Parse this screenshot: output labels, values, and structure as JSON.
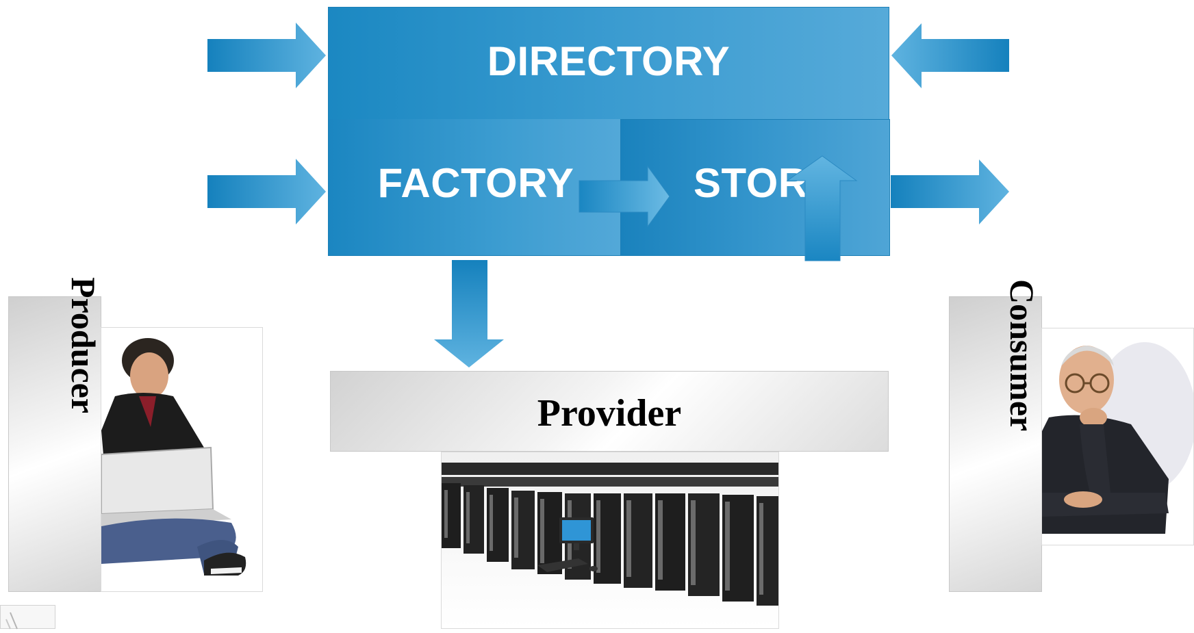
{
  "blocks": {
    "directory": "DIRECTORY",
    "factory": "FACTORY",
    "store": "STORE"
  },
  "roles": {
    "producer": "Producer",
    "provider": "Provider",
    "consumer": "Consumer"
  },
  "colors": {
    "block_blue": "#1b88c2",
    "block_blue_light": "#56aad9",
    "arrow_blue": "#2a94cf",
    "text_white": "#ffffff",
    "label_black": "#000000"
  }
}
